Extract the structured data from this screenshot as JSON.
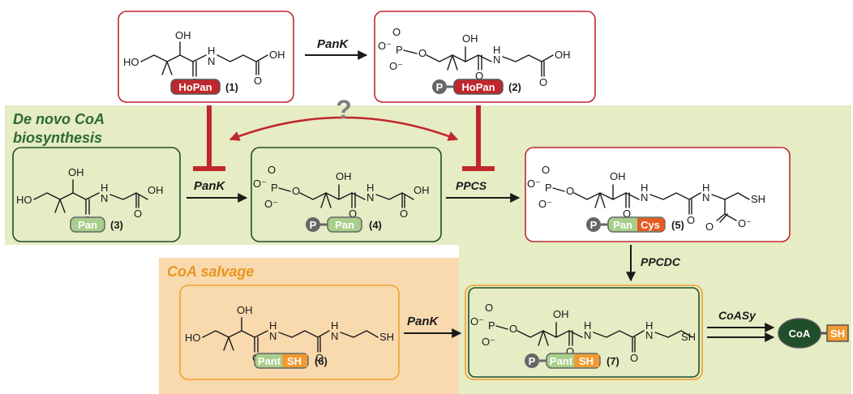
{
  "colors": {
    "denovo_bg": "#e6ecc4",
    "salvage_bg": "#f9d9ae",
    "green_text": "#2d6a2d",
    "orange_text": "#e8951d",
    "red": "#c0272d",
    "dark_green": "#1f4f28",
    "orange_box": "#f0a030",
    "pan_green": "#a8cf8a",
    "cys_orange": "#e85a20",
    "sh_orange": "#f29a30",
    "phos_gray": "#666666"
  },
  "regions": {
    "denovo_line1": "De novo CoA",
    "denovo_line2": "biosynthesis",
    "salvage": "CoA salvage"
  },
  "question_mark": "?",
  "enzymes": {
    "pank_top": "PanK",
    "pank_mid": "PanK",
    "ppcs": "PPCS",
    "ppcdc": "PPCDC",
    "pank_salvage": "PanK",
    "coasy": "CoASy"
  },
  "compounds": {
    "c1": {
      "number": "(1)",
      "tag": "HoPan"
    },
    "c2": {
      "number": "(2)",
      "phospho": "P",
      "tag": "HoPan"
    },
    "c3": {
      "number": "(3)",
      "tag": "Pan"
    },
    "c4": {
      "number": "(4)",
      "phospho": "P",
      "tag": "Pan"
    },
    "c5": {
      "number": "(5)",
      "phospho": "P",
      "tag_a": "Pan",
      "tag_b": "Cys"
    },
    "c6": {
      "number": "(6)",
      "tag_a": "Pant",
      "tag_b": "SH"
    },
    "c7": {
      "number": "(7)",
      "phospho": "P",
      "tag_a": "Pant",
      "tag_b": "SH"
    }
  },
  "product": {
    "label": "CoA",
    "tag": "SH"
  },
  "atoms": {
    "ho": "HO",
    "oh": "OH",
    "h": "H",
    "n": "N",
    "o": "O",
    "p": "P",
    "o_minus": "O⁻",
    "sh": "SH"
  }
}
